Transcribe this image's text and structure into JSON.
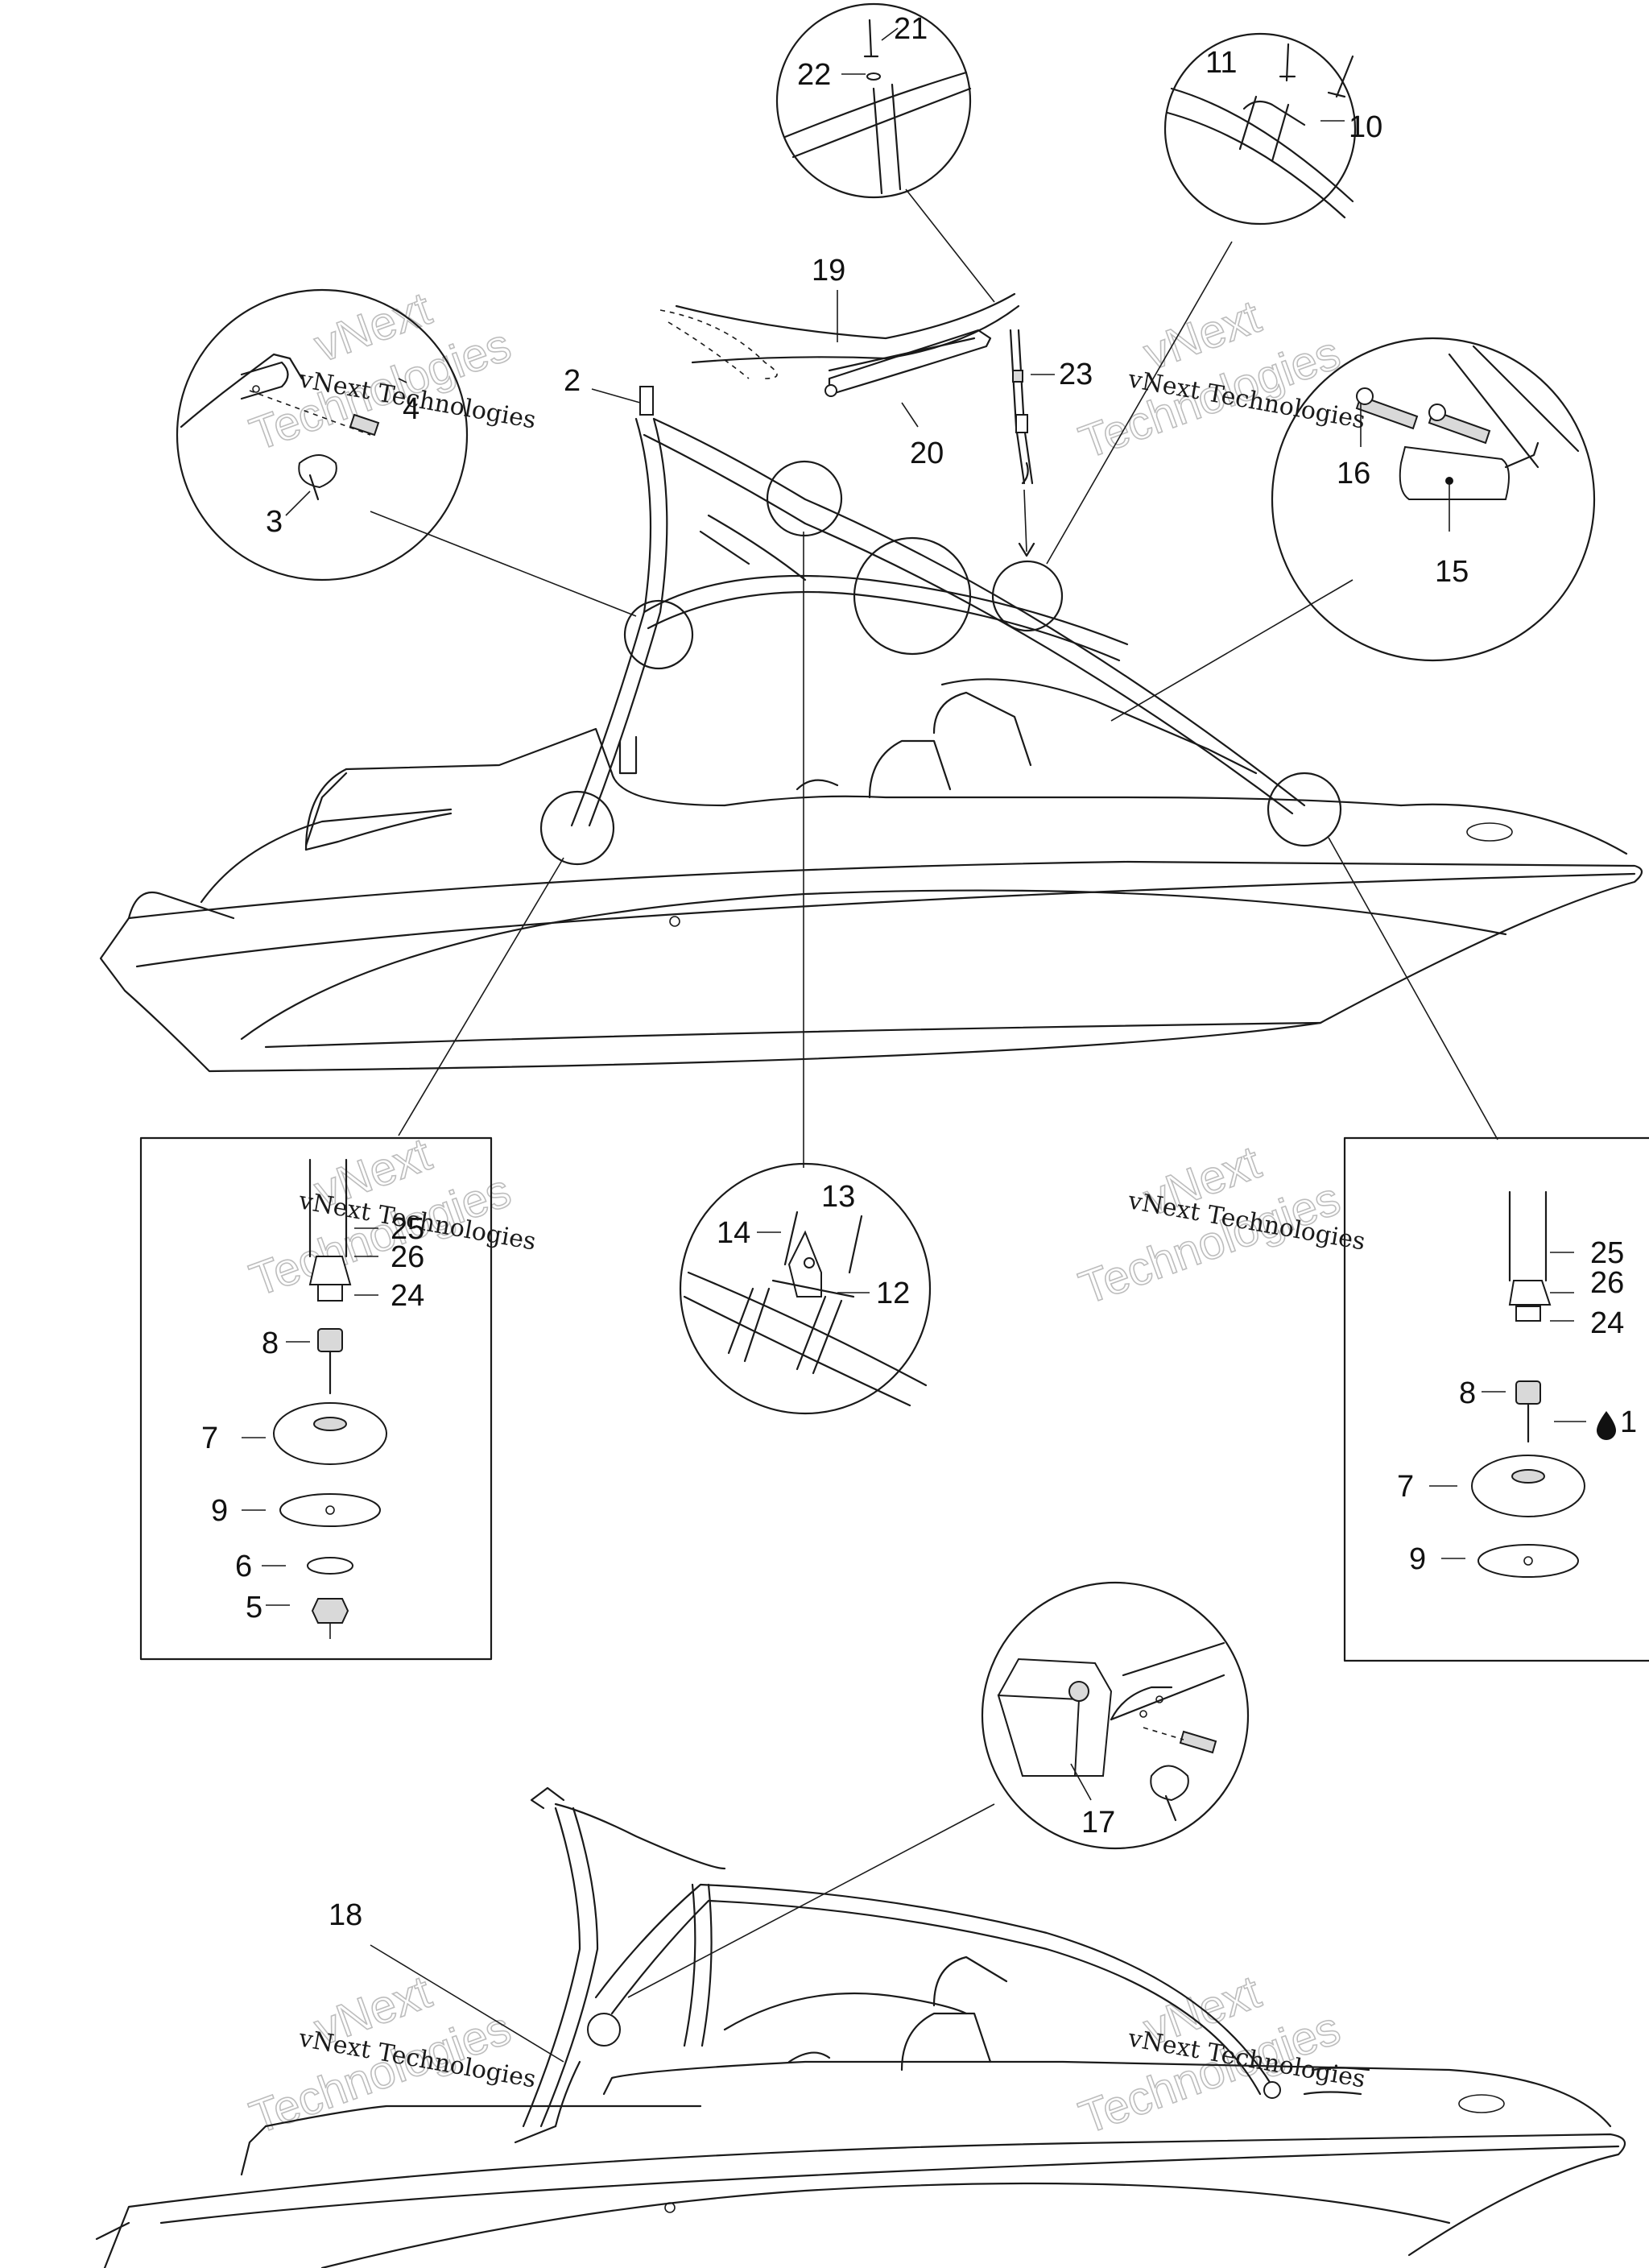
{
  "watermark": {
    "line": "vNext Technologies",
    "big_1": "vNext",
    "big_2": "Technologies"
  },
  "callouts": {
    "c1": "1",
    "c2": "2",
    "c3": "3",
    "c4": "4",
    "c5": "5",
    "c6": "6",
    "c7": "7",
    "c8": "8",
    "c9": "9",
    "c10": "10",
    "c11": "11",
    "c12": "12",
    "c13": "13",
    "c14": "14",
    "c15": "15",
    "c16": "16",
    "c17": "17",
    "c18": "18",
    "c19": "19",
    "c20": "20",
    "c21": "21",
    "c22": "22",
    "c23": "23",
    "c24": "24",
    "c25": "25",
    "c26": "26"
  },
  "icons": {
    "fluid_drop": "loctite-drop-icon"
  }
}
